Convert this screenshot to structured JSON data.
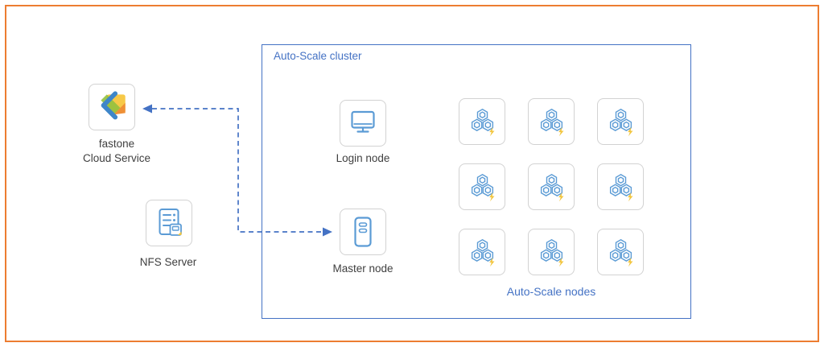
{
  "diagram": {
    "external": {
      "cloud_service_label": "fastone\nCloud Service",
      "nfs_label": "NFS Server"
    },
    "cluster": {
      "title": "Auto-Scale cluster",
      "login_label": "Login node",
      "master_label": "Master node",
      "nodes_label": "Auto-Scale nodes",
      "grid": {
        "rows": 3,
        "cols": 3
      }
    },
    "icons": {
      "cloud_service": "fastone-logo-icon",
      "nfs": "nfs-server-icon",
      "login": "monitor-icon",
      "master": "tower-server-icon",
      "node": "hexagon-cluster-icon"
    },
    "colors": {
      "frame_orange": "#ED7D31",
      "cluster_blue": "#4472C4",
      "icon_blue": "#5B9BD5",
      "accent_yellow": "#F2C53D",
      "label_gray": "#3F3F3F",
      "box_border_gray": "#D2D2D2"
    }
  }
}
